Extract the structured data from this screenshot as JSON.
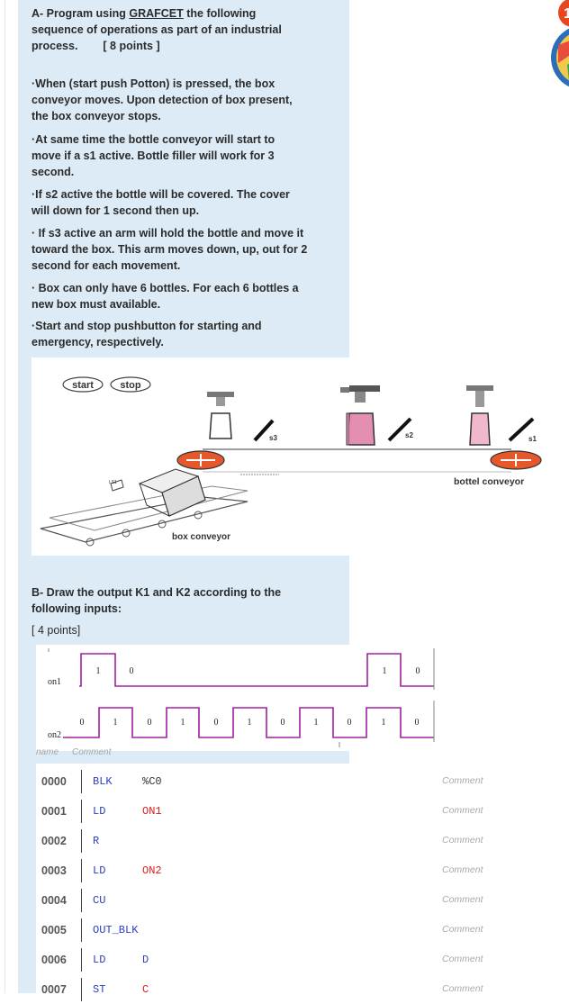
{
  "section_a": {
    "heading_pre": "A- Program using ",
    "heading_term": "GRAFCET",
    "heading_post": " the following",
    "heading_line2": "sequence of operations as part of an industrial",
    "heading_line3": "process.",
    "points": "[ 8 points ]",
    "bullets": [
      [
        "·When (start push Potton) is pressed, the box",
        "conveyor moves. Upon detection of box present,",
        "the box conveyor stops."
      ],
      [
        "·At same time the bottle conveyor will start to",
        "move if a s1 active. Bottle filler will work for 3",
        "second."
      ],
      [
        "·If s2 active the bottle will be covered. The cover",
        "will down for 1 second then up."
      ],
      [
        "· If s3 active an arm will hold the bottle and move it",
        "toward the box. This arm moves down, up, out for 2",
        "second for each movement."
      ],
      [
        "· Box can only have 6 bottles. For each 6 bottles a",
        "new box must available."
      ],
      [
        "·Start and stop pushbutton for starting and",
        "emergency, respectively."
      ]
    ]
  },
  "figure": {
    "start_label": "start",
    "stop_label": "stop",
    "s1": "s1",
    "s2": "s2",
    "s3": "s3",
    "bottle_conveyor": "bottel conveyor",
    "box_conveyor": "box conveyor",
    "ls_label": "LS1",
    "badge": "1"
  },
  "section_b": {
    "line1": "B- Draw the output K1 and K2 according to the",
    "line2": "following inputs:",
    "points": "[ 4 points]"
  },
  "timing": {
    "on1_label": "on1",
    "on2_label": "on2",
    "on1_levels": [
      "1",
      "0",
      "1",
      "0"
    ],
    "on2_levels": [
      "0",
      "1",
      "0",
      "1",
      "0",
      "1",
      "0",
      "1",
      "0",
      "1",
      "0"
    ],
    "color": "#a020a0"
  },
  "program": {
    "name_header": "name",
    "comment_header": "Comment",
    "rows": [
      {
        "addr": "0000",
        "ins": "BLK",
        "op": "%C0",
        "op_color": "#333333",
        "comment": "Comment"
      },
      {
        "addr": "0001",
        "ins": "LD",
        "op": "ON1",
        "op_color": "#d62020",
        "comment": "Comment"
      },
      {
        "addr": "0002",
        "ins": "R",
        "op": "",
        "op_color": "#333333",
        "comment": "Comment"
      },
      {
        "addr": "0003",
        "ins": "LD",
        "op": "ON2",
        "op_color": "#d62020",
        "comment": "Comment"
      },
      {
        "addr": "0004",
        "ins": "CU",
        "op": "",
        "op_color": "#333333",
        "comment": "Comment"
      },
      {
        "addr": "0005",
        "ins": "OUT_BLK",
        "op": "",
        "op_color": "#333333",
        "comment": "Comment"
      },
      {
        "addr": "0006",
        "ins": "LD",
        "op": "D",
        "op_color": "#2a3ebc",
        "comment": "Comment"
      },
      {
        "addr": "0007",
        "ins": "ST",
        "op": "C",
        "op_color": "#d62020",
        "comment": "Comment"
      }
    ]
  }
}
